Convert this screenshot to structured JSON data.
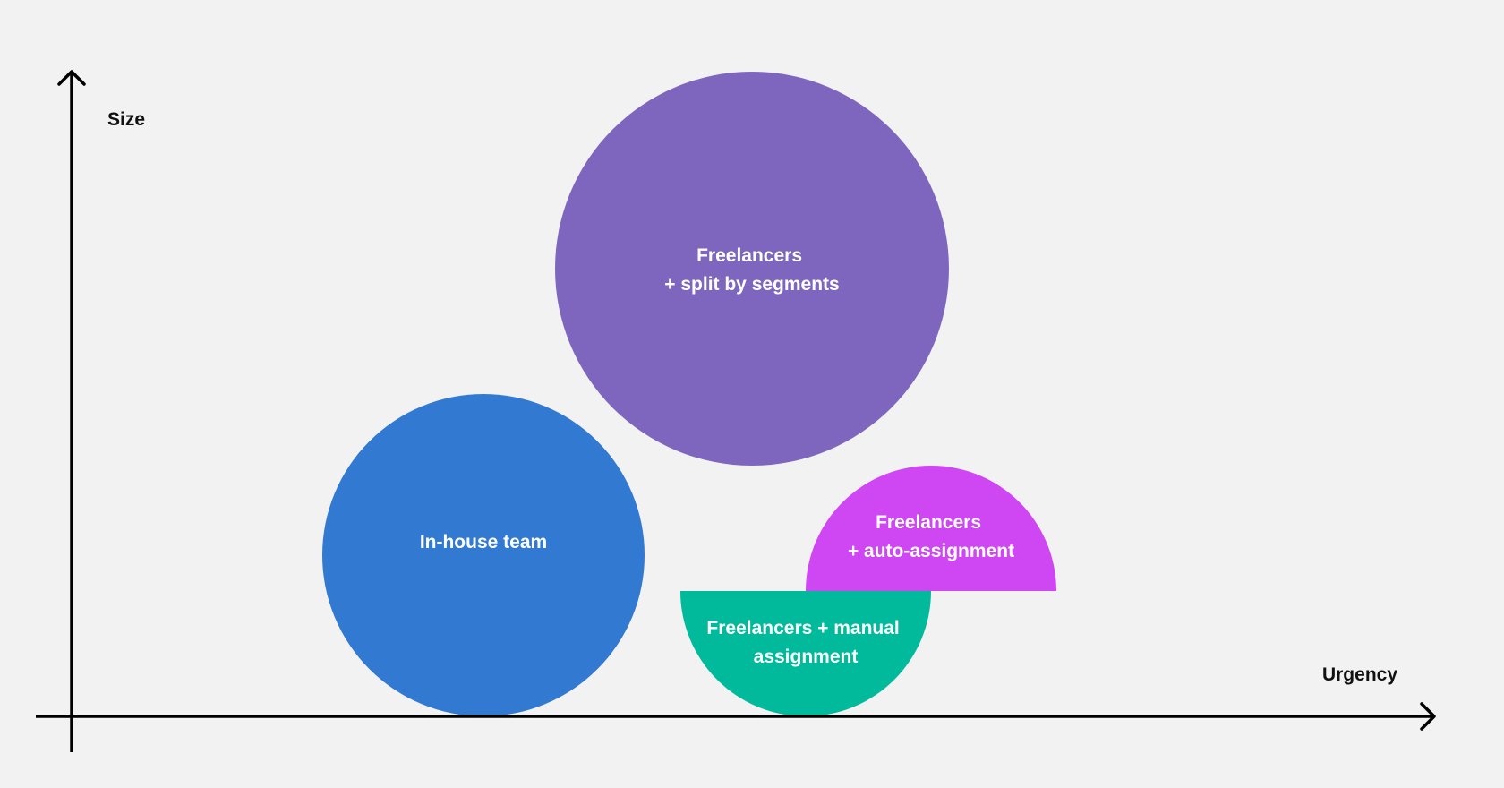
{
  "axes": {
    "y_label": "Size",
    "x_label": "Urgency"
  },
  "colors": {
    "background": "#f2f2f2",
    "axis": "#000000",
    "purple": "#7e66be",
    "blue": "#3279d1",
    "magenta": "#cf47f2",
    "teal": "#00ba9b"
  },
  "bubbles": {
    "segments": {
      "line1": "Freelancers",
      "line2": "+ split by segments"
    },
    "inhouse": {
      "line1": "In-house team"
    },
    "auto": {
      "line1": "Freelancers",
      "line2": "+ auto-assignment"
    },
    "manual": {
      "line1": "Freelancers + manual",
      "line2": "assignment"
    }
  }
}
